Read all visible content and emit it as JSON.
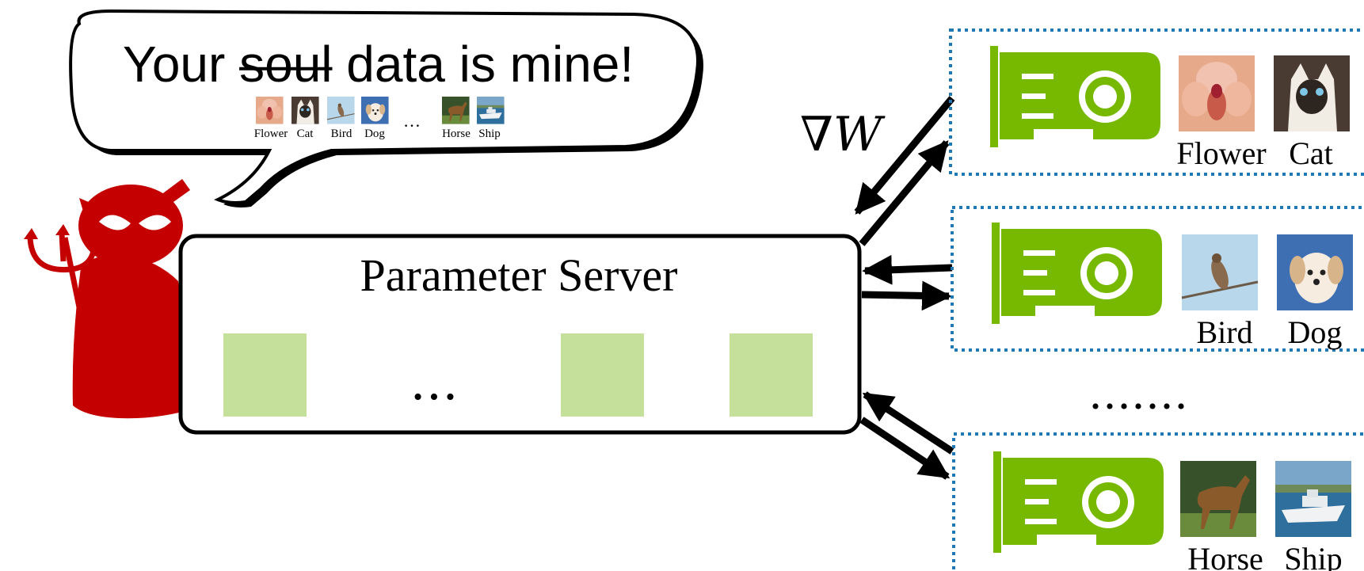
{
  "speech": {
    "prefix": "Your ",
    "struck": "soul",
    "suffix": " data is mine!",
    "thumbs": [
      "Flower",
      "Cat",
      "Bird",
      "Dog",
      "Horse",
      "Ship"
    ],
    "ellipsis": "…"
  },
  "server": {
    "title": "Parameter Server",
    "ellipsis": "• • •"
  },
  "gradient_label": "∇W",
  "workers": [
    {
      "labels": [
        "Flower",
        "Cat"
      ]
    },
    {
      "labels": [
        "Bird",
        "Dog"
      ]
    },
    {
      "labels": [
        "Horse",
        "Ship"
      ]
    }
  ],
  "workers_ellipsis": "• • • • • • •",
  "colors": {
    "gpu_green": "#76b900",
    "block_green": "#c5e09a",
    "devil_red": "#c40000",
    "dotted_blue": "#1f77b4"
  }
}
